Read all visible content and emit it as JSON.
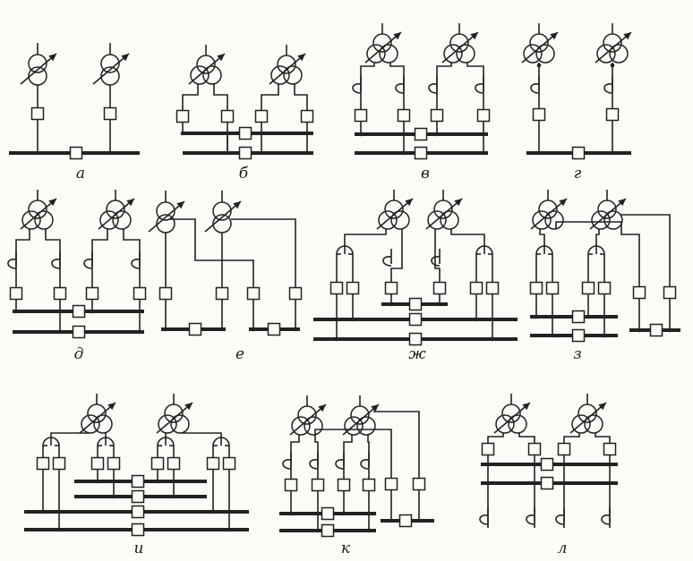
{
  "figure": {
    "panels": [
      {
        "id": "a",
        "label": "а"
      },
      {
        "id": "b",
        "label": "б"
      },
      {
        "id": "v",
        "label": "в"
      },
      {
        "id": "g",
        "label": "г"
      },
      {
        "id": "d",
        "label": "д"
      },
      {
        "id": "e",
        "label": "е"
      },
      {
        "id": "zh",
        "label": "ж"
      },
      {
        "id": "z",
        "label": "з"
      },
      {
        "id": "i",
        "label": "и"
      },
      {
        "id": "k",
        "label": "к"
      },
      {
        "id": "l",
        "label": "л"
      }
    ]
  }
}
